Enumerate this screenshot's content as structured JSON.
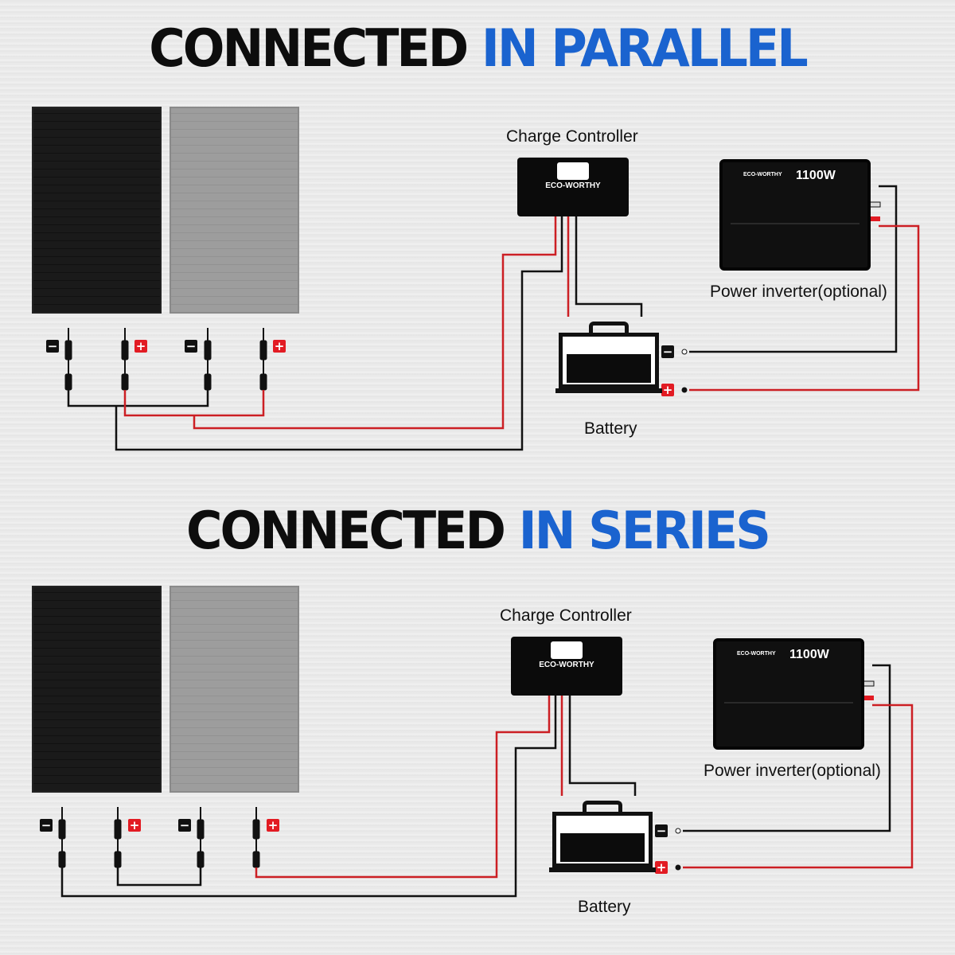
{
  "sections": [
    {
      "title_dark": "CONNECTED",
      "title_blue": "IN PARALLEL",
      "controller_label": "Charge Controller",
      "controller_brand": "ECO-WORTHY",
      "inverter_label": "Power inverter(optional)",
      "inverter_brand": "ECO-WORTHY",
      "inverter_watt": "1100W",
      "battery_label": "Battery"
    },
    {
      "title_dark": "CONNECTED",
      "title_blue": "IN SERIES",
      "controller_label": "Charge Controller",
      "controller_brand": "ECO-WORTHY",
      "inverter_label": "Power inverter(optional)",
      "inverter_brand": "ECO-WORTHY",
      "inverter_watt": "1100W",
      "battery_label": "Battery"
    }
  ],
  "colors": {
    "title_blue": "#1a63cf",
    "wire_red": "#cc1f24",
    "wire_black": "#111111"
  }
}
